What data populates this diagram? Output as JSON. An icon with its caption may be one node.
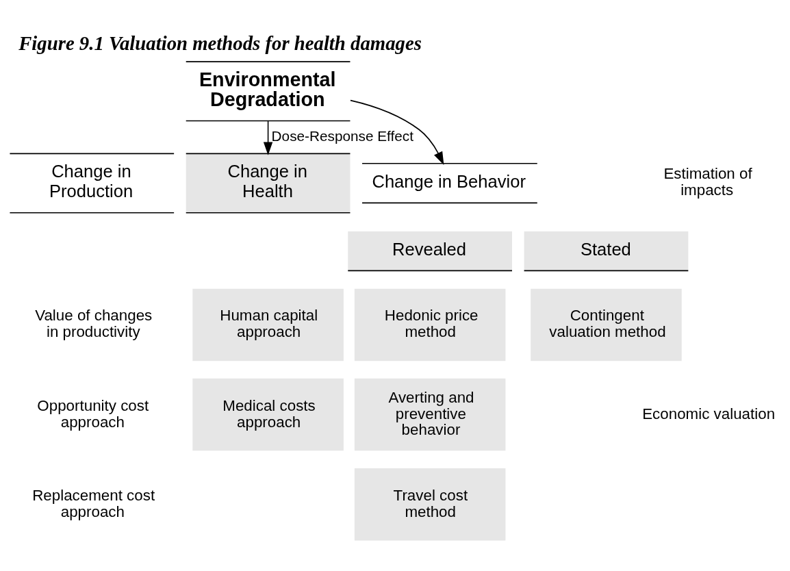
{
  "diagram": {
    "title": "Figure 9.1 Valuation methods for health damages",
    "nodes": [
      {
        "text": [
          "Environmental Degradation"
        ]
      },
      {
        "text": [
          "Change in Production"
        ]
      },
      {
        "text": [
          "Change in Health"
        ]
      },
      {
        "text": [
          "Change in Behavior"
        ]
      },
      {
        "text": [
          "Revealed"
        ]
      },
      {
        "text": [
          "Stated"
        ]
      },
      {
        "text": [
          "Human capital approach"
        ]
      },
      {
        "text": [
          "Medical costs approach"
        ]
      },
      {
        "text": [
          "Hedonic price method"
        ]
      },
      {
        "text": [
          "Averting and preventive behavior"
        ]
      },
      {
        "text": [
          "Travel cost method"
        ]
      },
      {
        "text": [
          "Contingent valuation method"
        ]
      }
    ],
    "edges": [
      {
        "from": 0,
        "to": 2,
        "arrow": "to",
        "label": "Dose-Response Effect"
      },
      {
        "from": 0,
        "to": 3,
        "arrow": "to"
      }
    ],
    "labels": [
      "Estimation of impacts",
      "Value of changes in productivity",
      "Economic valuation",
      "Opportunity cost approach",
      "Replacement cost approach"
    ]
  }
}
